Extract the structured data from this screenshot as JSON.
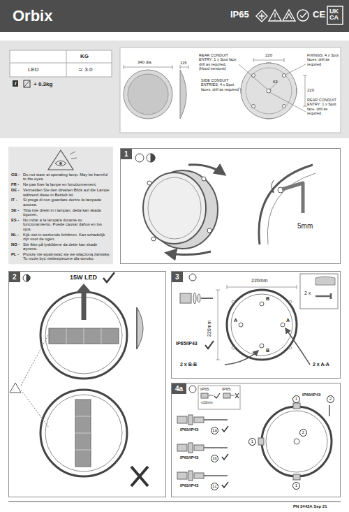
{
  "diagram": {
    "title": "Orbix",
    "nodes": [
      {
        "text": [
          "1"
        ]
      },
      {
        "text": [
          "2"
        ]
      },
      {
        "text": [
          "3"
        ]
      },
      {
        "text": [
          "4a"
        ]
      }
    ],
    "labels": [
      "IP65",
      "CE",
      "UK CA",
      "KG",
      "LED",
      "≃ 3.0",
      "i",
      "+ 0.3kg",
      "340 dia.",
      "115",
      "REAR CONDUIT ENTRY: 1 x Spot face, drill as required. (Hood versions)",
      "220",
      "FIXINGS: 4 x Spot faces, drill as required",
      "SIDE CONDUIT ENTRIES: 4 x Spot faces, drill as required",
      "63",
      "220",
      "REAR CONDUIT ENTRY: 1 x Spot face, drill as required.",
      "GB -",
      "Do not stare at operating lamp. May be harmful to the eyes.",
      "FR -",
      "Ne pas fixer la lampe en fonctionnement.",
      "DE -",
      "Vermeiden Sie den direkten Blick auf die Lampe während diese in Betrieb ist.",
      "IT -",
      "Si prega di non guardare dentro la lampada accesa.",
      "SE -",
      "Titta inte direkt in i lampan, detta kan skada ögonen.",
      "ES -",
      "No mirar a la lampara durante su funcionamiento. Puede causar daños en los ojos.",
      "NL -",
      "Kijk niet in werkende lichtbron. Kan schadelijk zijn voor de ogen.",
      "NO -",
      "Stir ikke på lyskildene da dette kan skade øynene.",
      "PL -",
      "Proszę nie wpatrywać się we włączoną żarówkę. To może być niebezpieczne dla wzroku.",
      "5mm",
      "15W LED",
      "220mm",
      "220mm",
      "IP65/IP43",
      "2 x",
      "A",
      "A",
      "B",
      "B",
      "2 x B-B",
      "2 x A-A",
      "IP65",
      "IP65",
      "≤10mm",
      "IP65/IP43",
      "IP65/IP43",
      "1a",
      "IP65/IP43",
      "1b",
      "IP65/IP43",
      "1c",
      "1",
      "2",
      "1",
      "2",
      "1",
      "PN 3442A Sep 21"
    ]
  }
}
